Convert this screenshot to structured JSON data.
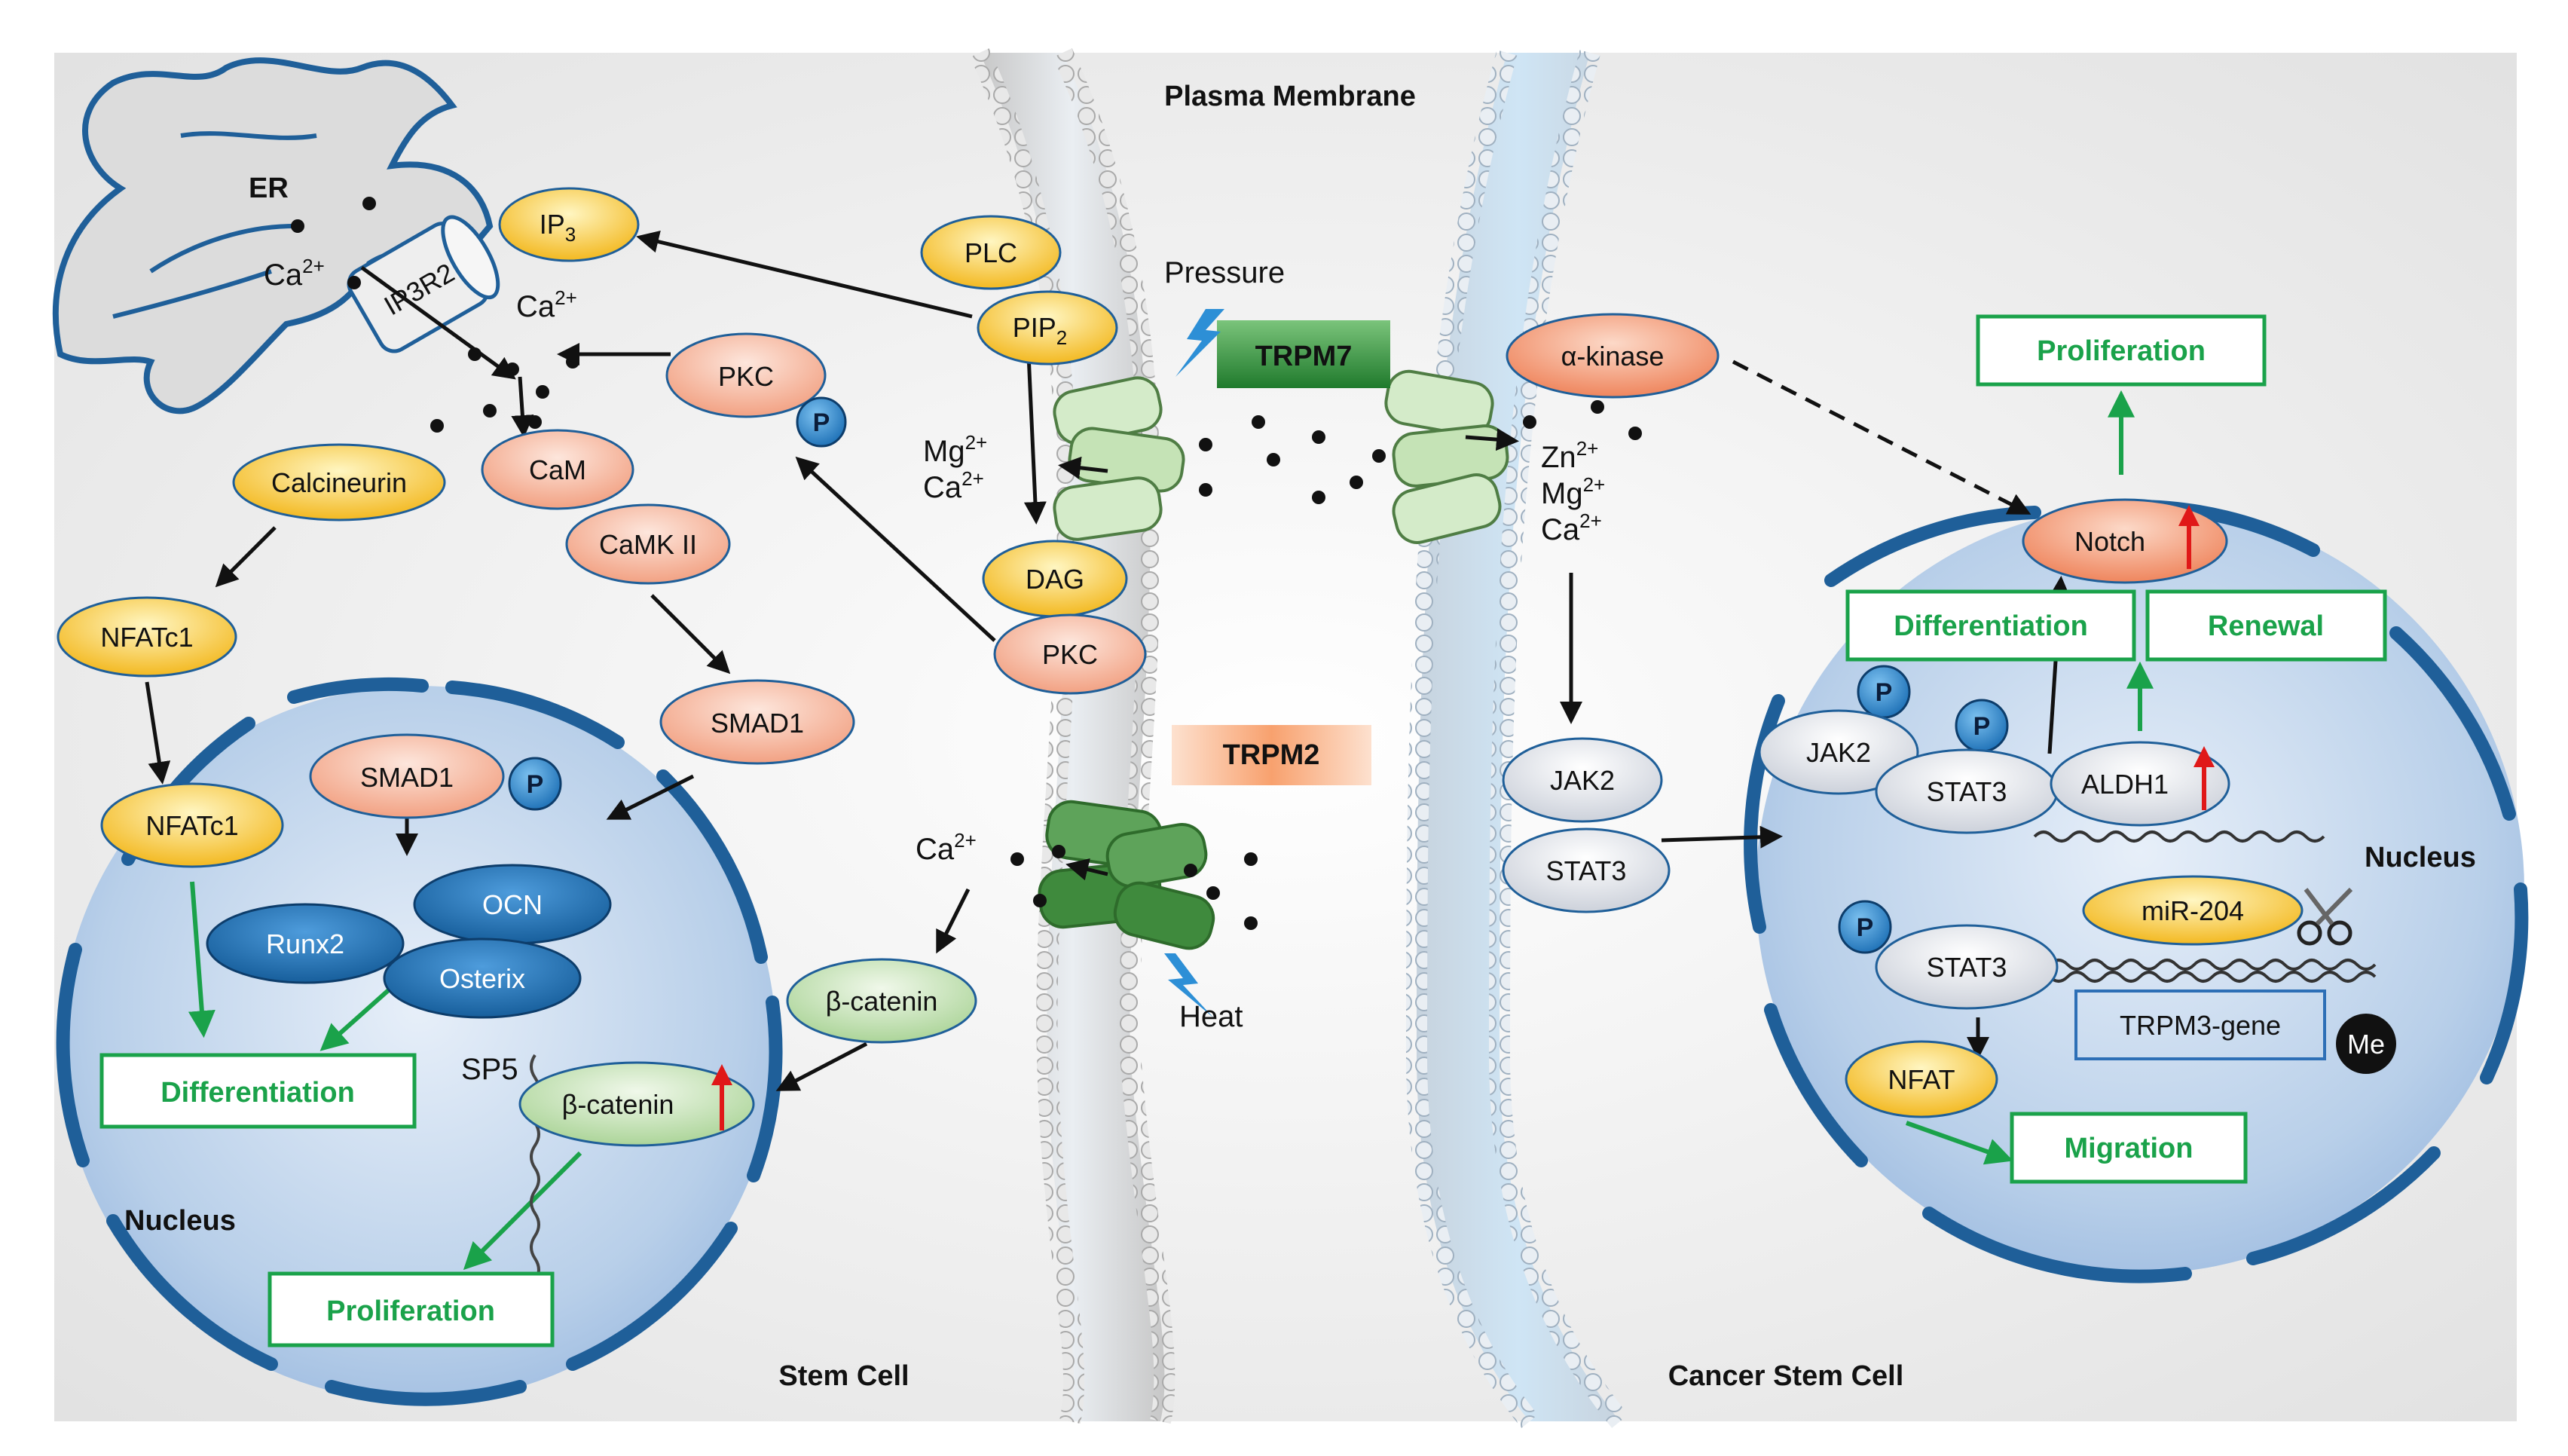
{
  "titles": {
    "plasma_membrane": "Plasma Membrane",
    "stem_cell": "Stem Cell",
    "cancer_stem_cell": "Cancer Stem Cell",
    "nucleus_left": "Nucleus",
    "nucleus_right": "Nucleus",
    "er": "ER"
  },
  "channels": {
    "trpm7": "TRPM7",
    "trpm2": "TRPM2",
    "ip3r2": "IP3R2",
    "pressure": "Pressure",
    "heat": "Heat"
  },
  "ions": {
    "ca_er": "Ca",
    "ca_cyto": "Ca",
    "mg_left": "Mg",
    "ca_left": "Ca",
    "zn_right": "Zn",
    "mg_right": "Mg",
    "ca_right": "Ca",
    "ca_trpm2": "Ca",
    "charge": "2+"
  },
  "nodes": {
    "ip3": "IP",
    "ip3_sub": "3",
    "plc": "PLC",
    "pip2": "PIP",
    "pip2_sub": "2",
    "pkc_top": "PKC",
    "cam": "CaM",
    "camk2": "CaMK II",
    "calcineurin": "Calcineurin",
    "nfatc1_cyto": "NFATc1",
    "nfatc1_nuc": "NFATc1",
    "smad1_cyto": "SMAD1",
    "smad1_nuc": "SMAD1",
    "dag": "DAG",
    "pkc_mem": "PKC",
    "ocn": "OCN",
    "runx2": "Runx2",
    "osterix": "Osterix",
    "sp5": "SP5",
    "bcat_cyto": "β-catenin",
    "bcat_nuc": "β-catenin",
    "alpha_kinase": "α-kinase",
    "jak2_cyto": "JAK2",
    "stat3_cyto": "STAT3",
    "jak2_nuc": "JAK2",
    "stat3_nuc": "STAT3",
    "aldh1": "ALDH1",
    "notch": "Notch",
    "mir204": "miR-204",
    "stat3_lower": "STAT3",
    "nfat": "NFAT",
    "trpm3_gene": "TRPM3-gene",
    "me": "Me",
    "phospho": "P"
  },
  "outcomes": {
    "differentiation_left": "Differentiation",
    "proliferation_left": "Proliferation",
    "proliferation_right": "Proliferation",
    "differentiation_right": "Differentiation",
    "renewal": "Renewal",
    "migration": "Migration"
  },
  "colors": {
    "background": "#f2f2f2",
    "yellow_node": "#f5c21b",
    "salmon_node": "#f4a98c",
    "green_node": "#b9dcaa",
    "gray_node": "#dfe3ea",
    "blue_node": "#1f6fb2",
    "phospho": "#2a7fc2",
    "outcome_green": "#1aa24a",
    "nuclear_envelope": "#1f5f99",
    "red_up_arrow": "#e01818"
  }
}
